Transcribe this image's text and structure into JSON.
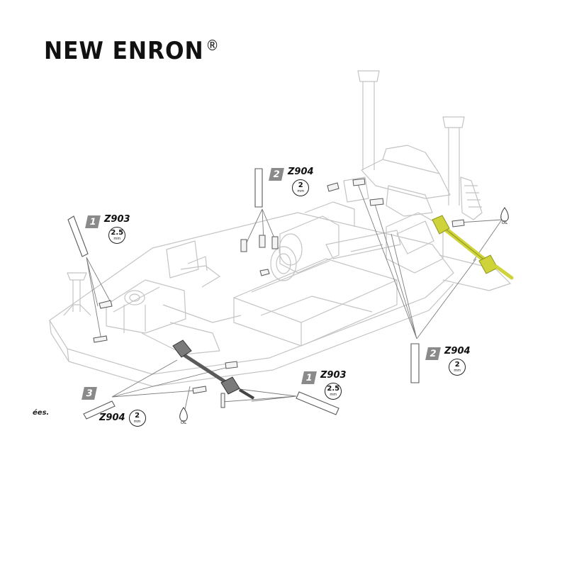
{
  "brand": {
    "name": "NEW ENRON",
    "mark": "®"
  },
  "callouts": [
    {
      "id": "c1",
      "step": "1",
      "code": "Z903",
      "size": "2.5",
      "unit": "mm"
    },
    {
      "id": "c2",
      "step": "2",
      "code": "Z904",
      "size": "2",
      "unit": "mm"
    },
    {
      "id": "c3",
      "step": "2",
      "code": "Z904",
      "size": "2",
      "unit": "mm"
    },
    {
      "id": "c4",
      "step": "1",
      "code": "Z903",
      "size": "2.5",
      "unit": "mm"
    },
    {
      "id": "c5",
      "step": "3",
      "code": "Z904",
      "size": "2",
      "unit": "mm"
    }
  ],
  "oil_label": "OIL",
  "partial_note": "ées.",
  "colors": {
    "highlight": "#cfd33a",
    "highlight_dark": "#8e9320",
    "line": "#7d7d7d",
    "dark_part": "#5a5a5a",
    "tool": "#bdbdbd"
  }
}
